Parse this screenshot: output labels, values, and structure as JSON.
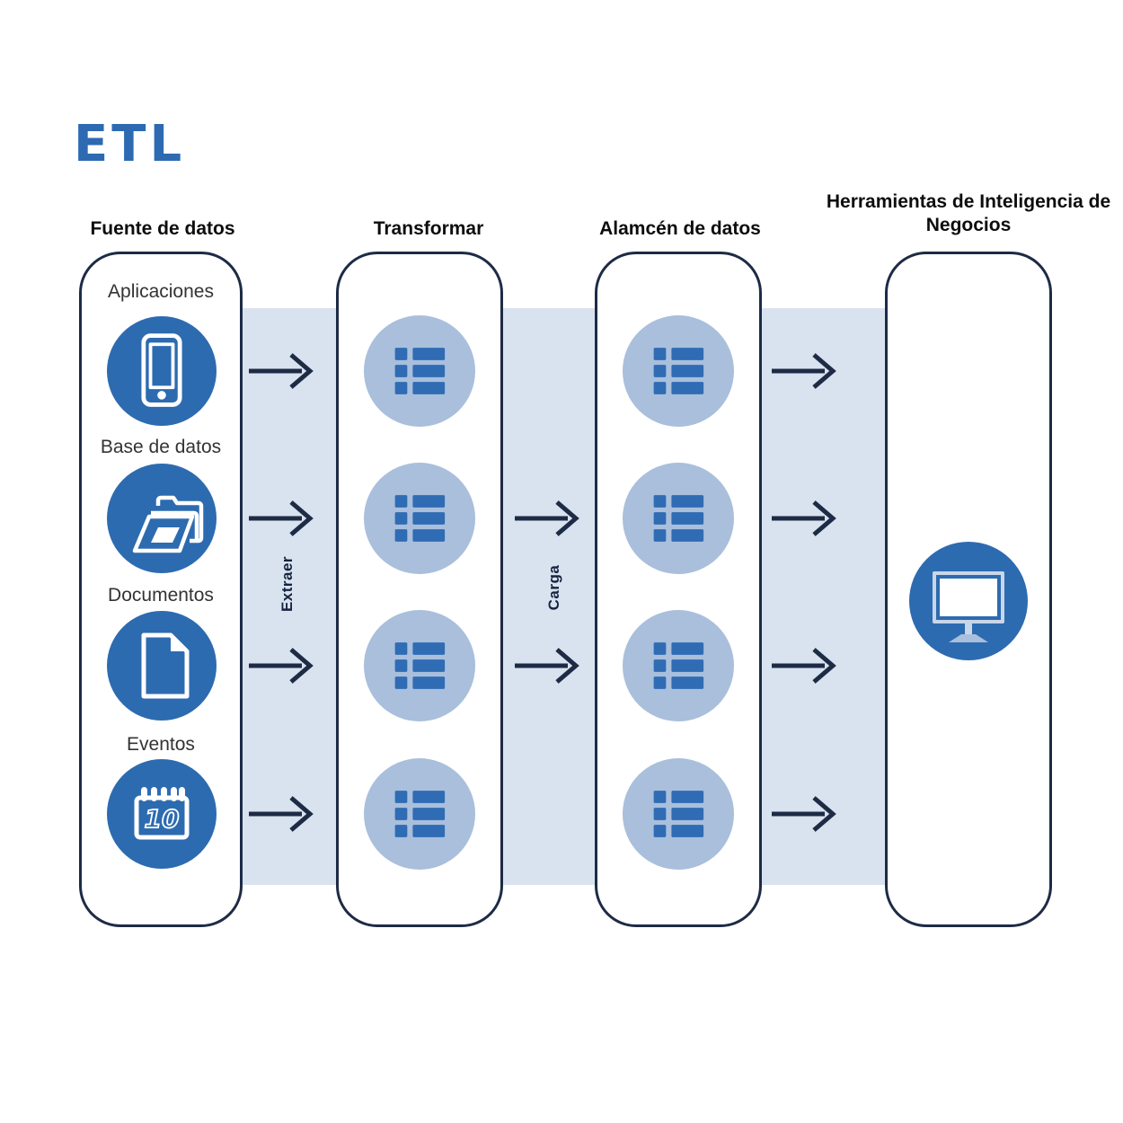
{
  "title": "ETL",
  "columns": {
    "sources": {
      "header": "Fuente de datos",
      "items": [
        {
          "label": "Aplicaciones",
          "icon": "smartphone-icon"
        },
        {
          "label": "Base de datos",
          "icon": "folder-icon"
        },
        {
          "label": "Documentos",
          "icon": "document-icon"
        },
        {
          "label": "Eventos",
          "icon": "calendar-icon",
          "badge": "10"
        }
      ]
    },
    "transform": {
      "header": "Transformar",
      "circle_icon": "list-icon",
      "circle_count": 4
    },
    "warehouse": {
      "header": "Alamcén de datos",
      "circle_icon": "list-icon",
      "circle_count": 4
    },
    "bi": {
      "header": "Herramientas de Inteligencia de Negocios",
      "circle_icon": "monitor-icon"
    }
  },
  "flows": {
    "extract": {
      "label": "Extraer",
      "arrow_count": 4
    },
    "load": {
      "label": "Carga",
      "arrow_count": 2
    },
    "output": {
      "label": "",
      "arrow_count": 4
    }
  },
  "colors": {
    "accent_blue": "#2d6ab1",
    "circle_blue": "#2d6bb0",
    "light_band": "#d9e3f0",
    "light_circle": "#a9bfdc",
    "dark_navy": "#1d2b45",
    "header_text": "#0d0d0d",
    "label_text": "#333333"
  }
}
